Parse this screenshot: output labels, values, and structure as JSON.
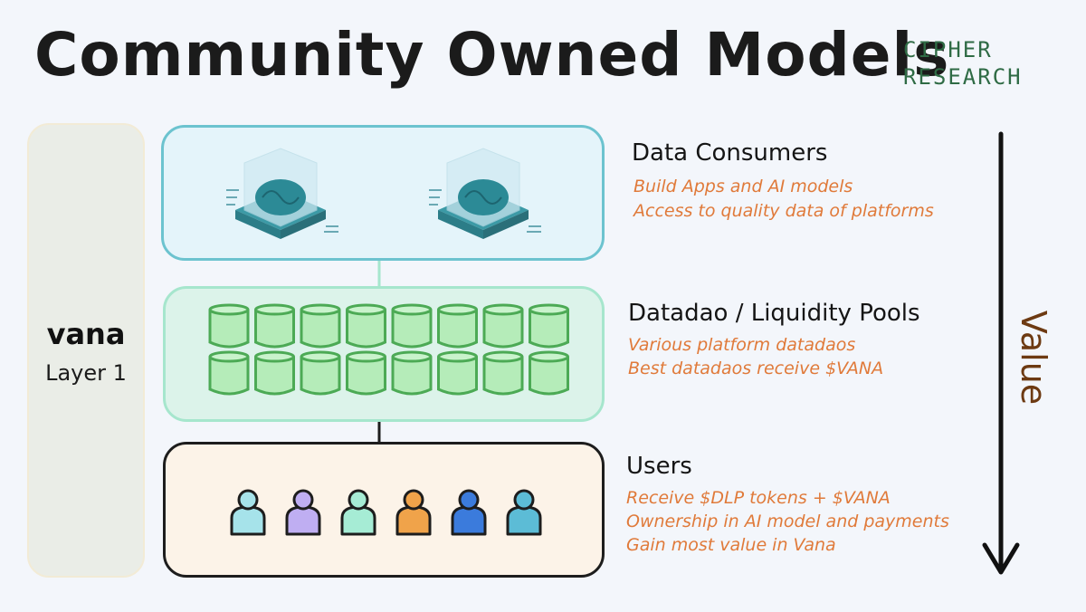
{
  "title": "Community Owned Models",
  "brand": {
    "line1": "CIPHER",
    "line2": "RESEARCH"
  },
  "layer": {
    "logo": "vana",
    "label": "Layer 1"
  },
  "sections": {
    "consumers": {
      "heading": "Data Consumers",
      "lines": [
        "Build Apps and AI models",
        "Access to quality data of platforms"
      ]
    },
    "pools": {
      "heading": "Datadao / Liquidity Pools",
      "lines": [
        "Various platform datadaos",
        "Best datadaos receive $VANA"
      ]
    },
    "users": {
      "heading": "Users",
      "lines": [
        "Receive $DLP tokens + $VANA",
        "Ownership in AI model and payments",
        "Gain most value in Vana"
      ]
    }
  },
  "value_label": "Value",
  "colors": {
    "consumers_border": "#6cc3cf",
    "pools_border": "#a6e6cd",
    "users_border": "#1d1d1d",
    "annotation": "#e07a3a",
    "brand": "#2f6b45",
    "value": "#6d3a12"
  },
  "icons": {
    "consumers": [
      "ai-chip-brain-icon",
      "ai-chip-brain-icon"
    ],
    "pools": "database-cylinder-icon",
    "users": [
      {
        "name": "user-icon",
        "color": "#a6e3ea"
      },
      {
        "name": "user-icon",
        "color": "#bfaef2"
      },
      {
        "name": "user-icon",
        "color": "#a6ecd5"
      },
      {
        "name": "user-icon",
        "color": "#f0a34a"
      },
      {
        "name": "user-icon",
        "color": "#3b7bdc"
      },
      {
        "name": "user-icon",
        "color": "#5cbcd6"
      }
    ]
  }
}
